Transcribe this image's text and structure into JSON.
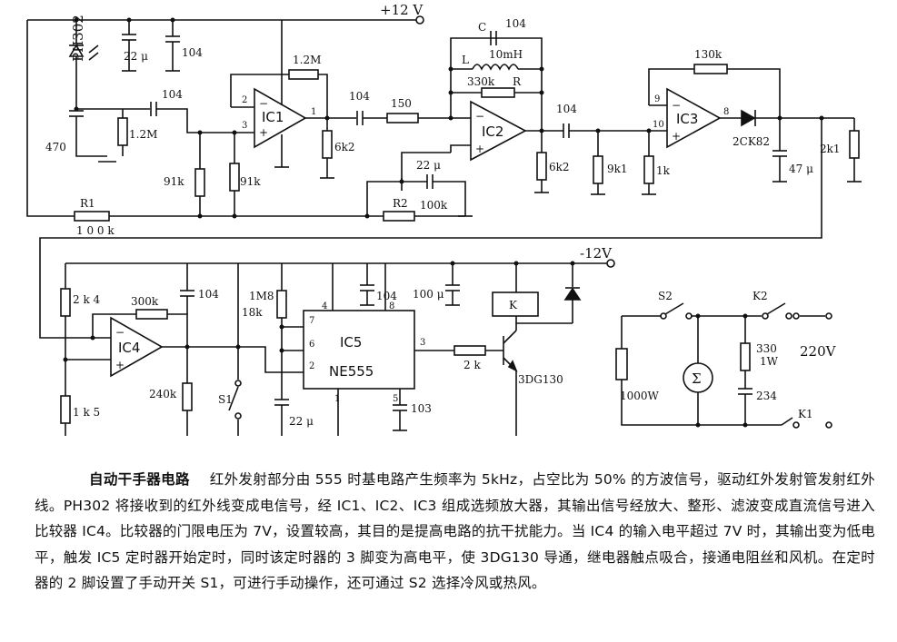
{
  "diagram": {
    "supply_pos": "+12 V",
    "supply_neg": "-12V",
    "sensor": "PH302",
    "components_top": {
      "c_22u": "22 μ",
      "c_104_a": "104",
      "c_470": "470",
      "c_104_b": "104",
      "r_1m2_v": "1.2M",
      "r_1m2_fb": "1.2M",
      "ic1": "IC1",
      "pin2": "2",
      "pin3": "3",
      "pin1": "1",
      "c_104_c": "104",
      "r_150": "150",
      "r_6k2_a": "6k2",
      "r_91k_a": "91k",
      "r_91k_b": "91k",
      "c_22u_b": "22 μ",
      "r2": "R2",
      "r2_val": "100k",
      "r1": "R1",
      "r1_val": "1 0 0 k",
      "c_top": "C",
      "c_top_val": "104",
      "l": "L",
      "l_val": "10mH",
      "r_330k": "330k",
      "r_label": "R",
      "ic2": "IC2",
      "r_6k2_b": "6k2",
      "c_104_d": "104",
      "r_9k1": "9k1",
      "r_1k": "1k",
      "r_130k": "130k",
      "ic3": "IC3",
      "pin9": "9",
      "pin10": "10",
      "pin8": "8",
      "diode": "2CK82",
      "r_2k1": "2k1",
      "c_47u": "47 μ"
    },
    "components_bottom": {
      "r_2k4": "2 k 4",
      "r_300k": "300k",
      "c_104_e": "104",
      "ic4": "IC4",
      "r_1k5": "1 k 5",
      "r_240k": "240k",
      "r_1m8": "1M8",
      "r_18k": "18k",
      "s1": "S1",
      "c_22u_c": "22 μ",
      "ic5": "IC5",
      "ne555": "NE555",
      "p4": "4",
      "p8": "8",
      "p7": "7",
      "p6": "6",
      "p2": "2",
      "p1": "1",
      "p5": "5",
      "p3": "3",
      "c_104_f": "104",
      "c_100u": "100 μ",
      "c_103": "103",
      "relay": "K",
      "r_2k": "2 k",
      "transistor": "3DG130",
      "s2": "S2",
      "k2": "K2",
      "v220": "220V",
      "heater": "1000W",
      "r_330": "330",
      "r_330_w": "1W",
      "c_234": "234",
      "k1": "K1"
    }
  },
  "caption": {
    "title": "自动干手器电路",
    "text": "红外发射部分由 555 时基电路产生频率为 5kHz，占空比为 50% 的方波信号，驱动红外发射管发射红外线。PH302 将接收到的红外线变成电信号，经 IC1、IC2、IC3 组成选频放大器，其输出信号经放大、整形、滤波变成直流信号进入比较器 IC4。比较器的门限电压为 7V，设置较高，其目的是提高电路的抗干扰能力。当 IC4 的输入电平超过 7V 时，其输出变为低电平，触发 IC5 定时器开始定时，同时该定时器的 3 脚变为高电平，使 3DG130 导通，继电器触点吸合，接通电阻丝和风机。在定时器的 2 脚设置了手动开关 S1，可进行手动操作，还可通过 S2 选择冷风或热风。"
  }
}
